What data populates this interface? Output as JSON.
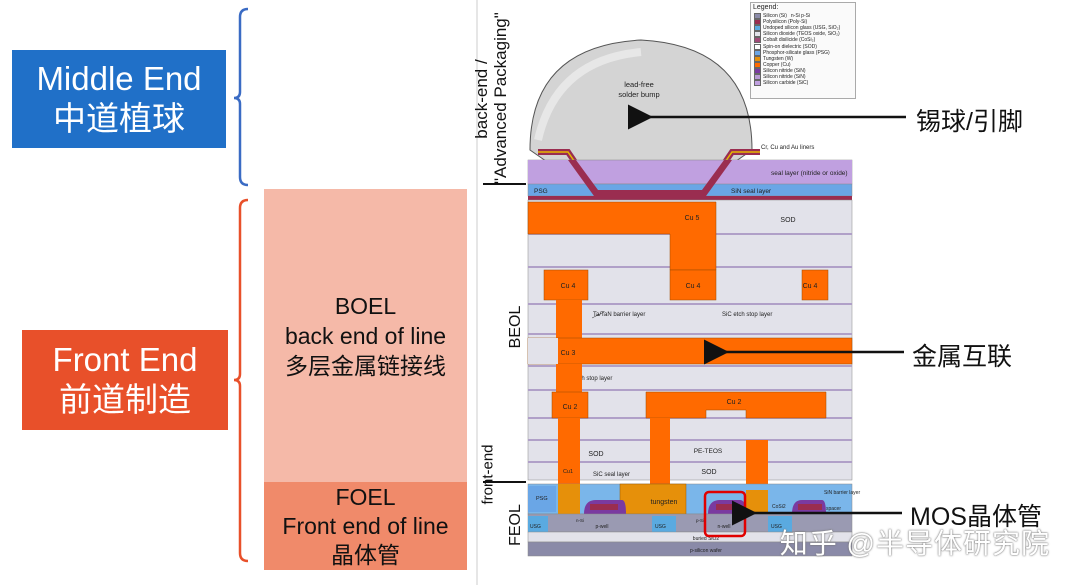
{
  "left": {
    "middle_end": {
      "line1": "Middle End",
      "line2": "中道植球"
    },
    "front_end": {
      "line1": "Front End",
      "line2": "前道制造"
    },
    "boel": {
      "line1": "BOEL",
      "line2": "back end of line",
      "line3": "多层金属链接线"
    },
    "feol": {
      "line1": "FOEL",
      "line2": "Front end of line",
      "line3": "晶体管"
    }
  },
  "diagram": {
    "side_labels": {
      "backend": "back-end /",
      "advanced": "\"Advanced Packaging\"",
      "beol": "BEOL",
      "frontend": "front-end",
      "feol": "FEOL"
    },
    "legend": {
      "title": "Legend:",
      "items": [
        {
          "label": "Silicon (Si)",
          "extra": "n-Si  p-Si",
          "color": "#8a8aa8"
        },
        {
          "label": "Polysilicon (Poly-Si)",
          "color": "#9a2d50"
        },
        {
          "label": "Undoped silicon glass (USG, SiO₂)",
          "color": "#5aaae0"
        },
        {
          "label": "Silicon dioxide (TEOS oxide, SiO₂)",
          "color": "#e2e2ea"
        },
        {
          "label": "Cobalt disilicide (CoSi₂)",
          "color": "#a04a78"
        },
        {
          "label": "Spin-on dielectric (SOD)",
          "color": "#ffffff"
        },
        {
          "label": "Phosphor-silicate glass (PSG)",
          "color": "#6aa6e6"
        },
        {
          "label": "Tungsten (W)",
          "color": "#e6900a"
        },
        {
          "label": "Copper (Cu)",
          "color": "#ff6a00"
        },
        {
          "label": "Silicon nitride (SiN)",
          "color": "#7a3aa0"
        },
        {
          "label": "Silicon nitride (SiN)",
          "color": "#b89ad4"
        },
        {
          "label": "Silicon carbide (SiC)",
          "color": "#c0a0e0"
        }
      ]
    },
    "labels": {
      "bump": "lead-free",
      "bump2": "solder bump",
      "liners": "Cr, Cu and Au liners",
      "seal": "seal layer (nitride or oxide)",
      "psg": "PSG",
      "sin_seal": "SiN seal layer",
      "cu5": "Cu 5",
      "sod1": "SOD",
      "cu4a": "Cu 4",
      "cu4b": "Cu 4",
      "cu4c": "Cu 4",
      "tatan": "Ta/TaN barrier layer",
      "sic1": "SiC etch stop layer",
      "cu3": "Cu 3",
      "sic2": "SiC etch stop layer",
      "cu2a": "Cu 2",
      "cu2b": "Cu 2",
      "sod2": "SOD",
      "peteos": "PE-TEOS",
      "cu1": "Cu1",
      "sic_seal": "SiC seal layer",
      "sod3": "SOD",
      "psg2": "PSG",
      "tungsten": "tungsten",
      "sin_barrier": "SiN barrier layer",
      "usg1": "USG",
      "usg2": "USG",
      "usg3": "USG",
      "pwell": "p-well",
      "nwell": "n-well",
      "buried": "buried SiO2",
      "wafer": "p-silicon wafer",
      "nsi": "n-Si",
      "psi": "p-Si",
      "cosi": "CoSi2",
      "spacer": "spacer"
    }
  },
  "annotations": {
    "solder": "锡球/引脚",
    "metal": "金属互联",
    "mos": "MOS晶体管"
  },
  "watermark": "知乎 @半导体研究院"
}
